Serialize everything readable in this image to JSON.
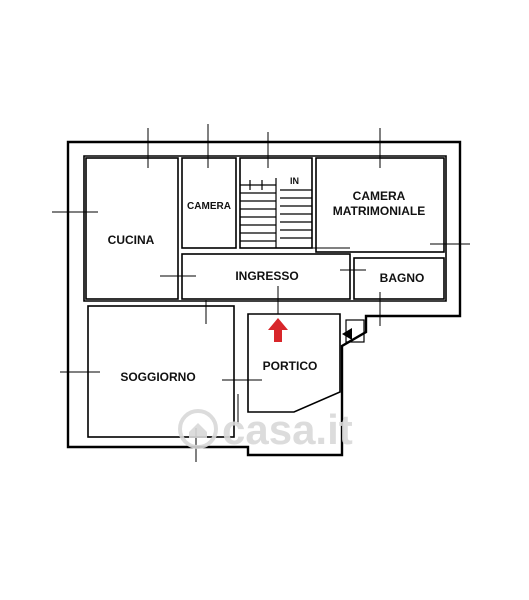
{
  "rooms": {
    "cucina": "CUCINA",
    "camera": "CAMERA",
    "camera_matrimoniale_line1": "CAMERA",
    "camera_matrimoniale_line2": "MATRIMONIALE",
    "ingresso": "INGRESSO",
    "bagno": "BAGNO",
    "soggiorno": "SOGGIORNO",
    "portico": "PORTICO"
  },
  "stair_label": "IN",
  "watermark": "casa.it",
  "colors": {
    "wall": "#000000",
    "entry_arrow": "#d8262a",
    "watermark": "#d9d9d9"
  },
  "icons": {
    "entry": "entry-arrow-icon",
    "watermark_logo": "house-logo-icon"
  }
}
